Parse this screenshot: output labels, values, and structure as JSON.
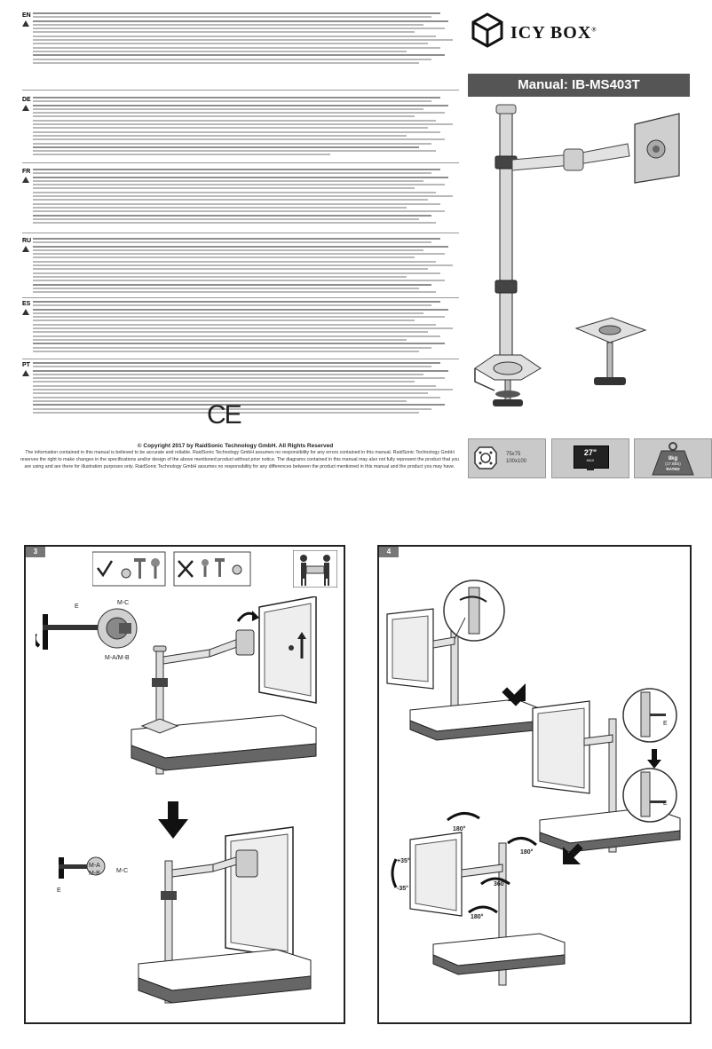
{
  "brand": {
    "name": "ICY BOX",
    "trademark": "®"
  },
  "manual_title": "Manual: IB-MS403T",
  "languages": [
    {
      "code": "EN",
      "lines": 14
    },
    {
      "code": "DE",
      "lines": 16
    },
    {
      "code": "FR",
      "lines": 15
    },
    {
      "code": "RU",
      "lines": 15
    },
    {
      "code": "ES",
      "lines": 14
    },
    {
      "code": "PT",
      "lines": 14
    }
  ],
  "ce_mark": "CE",
  "copyright": "© Copyright 2017 by RaidSonic Technology GmbH. All Rights Reserved",
  "disclaimer": "The information contained in this manual is believed to be accurate and reliable. RaidSonic Technology GmbH assumes no responsibility for any errors contained in this manual. RaidSonic Technology GmbH reserves the right to make changes in the specifications and/or design of the above mentioned product without prior notice. The diagrams contained in this manual may also not fully represent the product that you are using and are there for illustration purposes only. RaidSonic Technology GmbH assumes no responsibility for any differences between the product mentioned in this manual and the product you may have.",
  "features": {
    "vesa": {
      "line1": "75x75",
      "line2": "100x100"
    },
    "screen": {
      "size": "27\"",
      "sub": "MAX"
    },
    "weight": {
      "line1": "8kg",
      "line2": "(17.6lbs)",
      "line3": "RATED"
    }
  },
  "step3": {
    "number": "3",
    "labels": {
      "mc": "M-C",
      "e": "E",
      "mamb": "M-A/M-B",
      "ma": "M-A",
      "mb": "M-B",
      "mc2": "M-C",
      "e2": "E"
    }
  },
  "step4": {
    "number": "4",
    "labels": {
      "e1": "E",
      "e2": "E",
      "deg360": "360°",
      "deg180a": "180°",
      "deg180b": "180°",
      "deg180c": "180°",
      "plus35": "+35°",
      "minus35": "-35°"
    }
  }
}
